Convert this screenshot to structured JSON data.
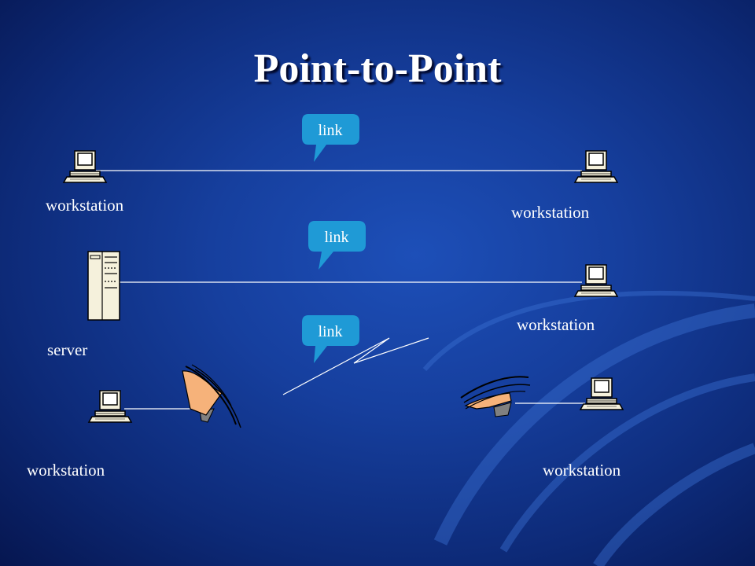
{
  "slide": {
    "title": "Point-to-Point"
  },
  "links": {
    "link1": "link",
    "link2": "link",
    "link3": "link"
  },
  "nodes": {
    "top_left": "workstation",
    "top_right": "workstation",
    "middle_left": "server",
    "middle_right": "workstation",
    "bottom_left": "workstation",
    "bottom_right": "workstation"
  },
  "colors": {
    "callout": "#1f9ad6",
    "dish": "#f6b27a",
    "computer": "#f5f1dc"
  }
}
